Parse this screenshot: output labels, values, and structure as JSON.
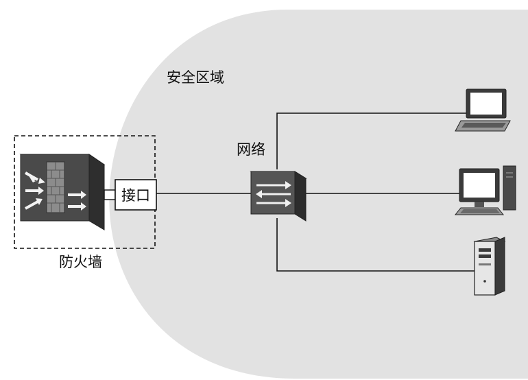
{
  "labels": {
    "secure_zone": "安全区域",
    "network": "网络",
    "interface": "接口",
    "firewall": "防火墙"
  },
  "colors": {
    "zone_fill": "#e2e2e2",
    "line": "#111111",
    "device_dark": "#3a3a3a",
    "device_mid": "#5a5a5a",
    "device_light": "#9a9a9a"
  },
  "icons": [
    "firewall-icon",
    "switch-icon",
    "laptop-icon",
    "desktop-computer-icon",
    "server-tower-icon"
  ]
}
